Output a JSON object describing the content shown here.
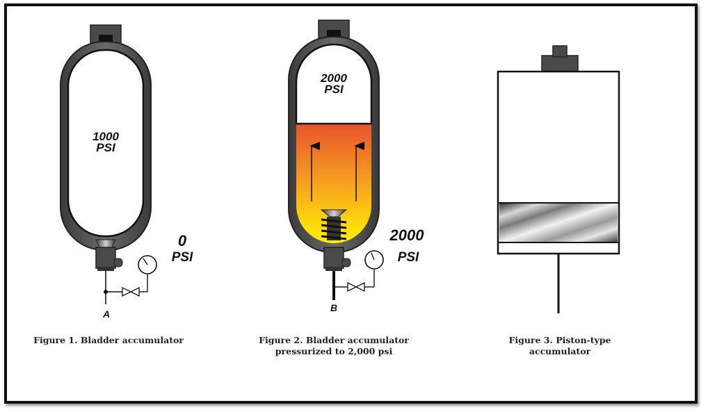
{
  "figure1": {
    "inner_pressure": [
      "1000",
      "PSI"
    ],
    "gauge_pressure": [
      "0",
      "PSI"
    ],
    "port_label": "A",
    "caption": "Figure 1. Bladder accumulator"
  },
  "figure2": {
    "inner_pressure": [
      "2000",
      "PSI"
    ],
    "gauge_pressure": [
      "2000",
      "PSI"
    ],
    "port_label": "B",
    "caption_line1": "Figure 2. Bladder accumulator",
    "caption_line2": "pressurized to 2,000 psi"
  },
  "figure3": {
    "caption_line1": "Figure 3. Piston-type",
    "caption_line2": "accumulator"
  },
  "colors": {
    "shell": "#5a5a5a",
    "shell_dark": "#2d2d2d",
    "fluid_top": "#e8542a",
    "fluid_bottom": "#fff200",
    "outline": "#111111"
  }
}
